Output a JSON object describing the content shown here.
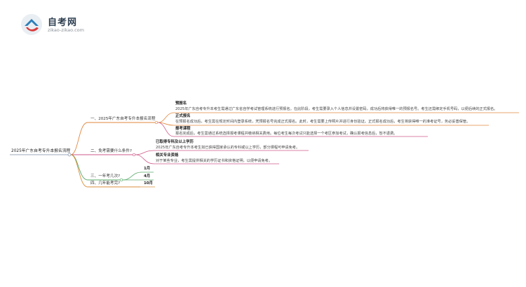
{
  "logo": {
    "title": "自考网",
    "url": "zikao-zikao.com",
    "icon": "zikao-logo-icon"
  },
  "mindmap": {
    "root": "2025年广东自考专升本报名流程",
    "branches": [
      {
        "label": "一、2025年广东自考专升本报名流程",
        "color": "#e0873e",
        "children": [
          {
            "title": "预报名",
            "text": "2025年广东自考专升本考生需通过广东省自学考试管理系统进行预报名。在此阶段，考生需要录入个人信息并设置密码，成功后将获得唯一的预报名号。考生还需绑定手机号码，以便后续的正式报名。"
          },
          {
            "title": "正式报名",
            "text": "在预报名成功后，考生需在规定时间内登录系统，凭预报名号完成正式报名。此时，考生需要上传照片并进行身份验证。正式报名成功后，考生将获得唯一的准考证号，务必妥善保管。"
          },
          {
            "title": "报考课程",
            "text": "报名完成后，考生需通过系统选择报考课程并缴纳相关费用。每位考生每次考试只能选择一个考区参加考试，确认报考信息后，恕不退费。"
          }
        ]
      },
      {
        "label": "二、免考需要什么条件?",
        "color": "#cf5a8a",
        "children": [
          {
            "title": "已取得专科及以上学历",
            "text": "2025年广东自考专升本考生如已获得国家承认的专科或以上学历，部分课程可申请免考。"
          },
          {
            "title": "相关专业资格",
            "text": "对于某些专业，考生需提供相关的学历证书和资格证明，以便申请免考。"
          }
        ]
      },
      {
        "label": "三、一年考几次?",
        "color": "#5aaa6a",
        "children": [
          {
            "title": "1月"
          },
          {
            "title": "4月"
          }
        ]
      },
      {
        "label": "四、几年能考完?",
        "color": "#d98f3a",
        "children": [
          {
            "title": "10月"
          }
        ]
      }
    ]
  },
  "colors": {
    "root_line": "#7a8aa0",
    "branch1": "#e0873e",
    "branch2": "#cf5a8a",
    "branch3": "#5aaa6a",
    "branch4": "#d98f3a"
  }
}
